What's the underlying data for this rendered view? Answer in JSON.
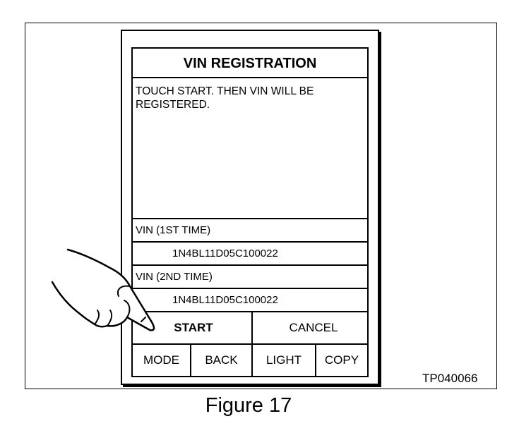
{
  "screen": {
    "title": "VIN REGISTRATION",
    "message_line1": "TOUCH START. THEN VIN WILL BE",
    "message_line2": "REGISTERED.",
    "vin_first_label": "VIN (1ST TIME)",
    "vin_first_value": "1N4BL11D05C100022",
    "vin_second_label": "VIN (2ND TIME)",
    "vin_second_value": "1N4BL11D05C100022"
  },
  "buttons": {
    "start": "START",
    "cancel": "CANCEL",
    "mode": "MODE",
    "back": "BACK",
    "light": "LIGHT",
    "copy": "COPY"
  },
  "reference_code": "TP040066",
  "caption": "Figure 17",
  "icons": {
    "pointer": "pointing-hand-icon"
  }
}
